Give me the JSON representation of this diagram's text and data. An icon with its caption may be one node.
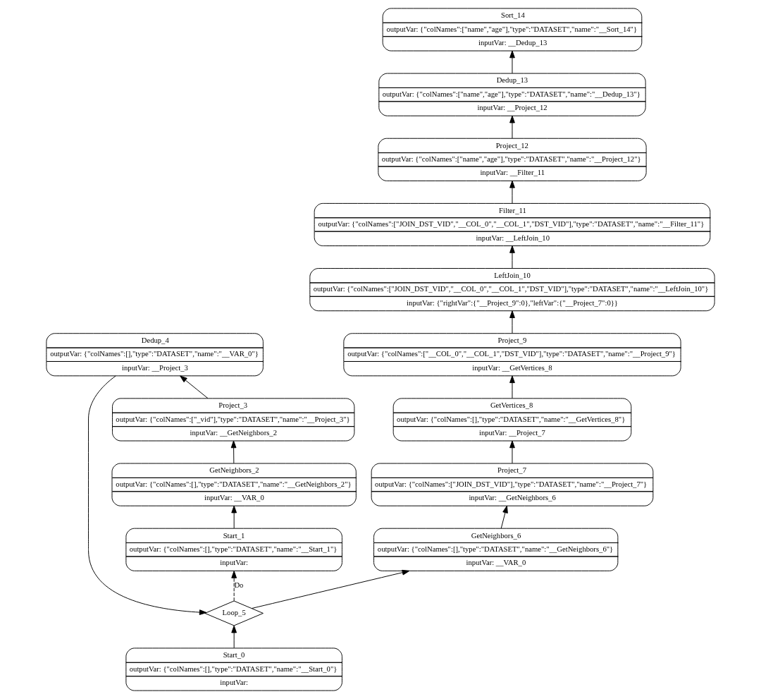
{
  "diagram": {
    "nodes": [
      {
        "text": [
          "Sort_14",
          "outputVar: {\"colNames\":[\"name\",\"age\"],\"type\":\"DATASET\",\"name\":\"__Sort_14\"}",
          "inputVar: __Dedup_13"
        ]
      },
      {
        "text": [
          "Dedup_13",
          "outputVar: {\"colNames\":[\"name\",\"age\"],\"type\":\"DATASET\",\"name\":\"__Dedup_13\"}",
          "inputVar: __Project_12"
        ]
      },
      {
        "text": [
          "Project_12",
          "outputVar: {\"colNames\":[\"name\",\"age\"],\"type\":\"DATASET\",\"name\":\"__Project_12\"}",
          "inputVar: __Filter_11"
        ]
      },
      {
        "text": [
          "Filter_11",
          "outputVar: {\"colNames\":[\"JOIN_DST_VID\",\"__COL_0\",\"__COL_1\",\"DST_VID\"],\"type\":\"DATASET\",\"name\":\"__Filter_11\"}",
          "inputVar: __LeftJoin_10"
        ]
      },
      {
        "text": [
          "LeftJoin_10",
          "outputVar: {\"colNames\":[\"JOIN_DST_VID\",\"__COL_0\",\"__COL_1\",\"DST_VID\"],\"type\":\"DATASET\",\"name\":\"__LeftJoin_10\"}",
          "inputVar: {\"rightVar\":{\"__Project_9\":0},\"leftVar\":{\"__Project_7\":0}}"
        ]
      },
      {
        "text": [
          "Project_9",
          "outputVar: {\"colNames\":[\"__COL_0\",\"__COL_1\",\"DST_VID\"],\"type\":\"DATASET\",\"name\":\"__Project_9\"}",
          "inputVar: __GetVertices_8"
        ]
      },
      {
        "text": [
          "Dedup_4",
          "outputVar: {\"colNames\":[],\"type\":\"DATASET\",\"name\":\"__VAR_0\"}",
          "inputVar: __Project_3"
        ]
      },
      {
        "text": [
          "GetVertices_8",
          "outputVar: {\"colNames\":[],\"type\":\"DATASET\",\"name\":\"__GetVertices_8\"}",
          "inputVar: __Project_7"
        ]
      },
      {
        "text": [
          "Project_3",
          "outputVar: {\"colNames\":[\"_vid\"],\"type\":\"DATASET\",\"name\":\"__Project_3\"}",
          "inputVar: __GetNeighbors_2"
        ]
      },
      {
        "text": [
          "Project_7",
          "outputVar: {\"colNames\":[\"JOIN_DST_VID\"],\"type\":\"DATASET\",\"name\":\"__Project_7\"}",
          "inputVar: __GetNeighbors_6"
        ]
      },
      {
        "text": [
          "GetNeighbors_2",
          "outputVar: {\"colNames\":[],\"type\":\"DATASET\",\"name\":\"__GetNeighbors_2\"}",
          "inputVar: __VAR_0"
        ]
      },
      {
        "text": [
          "GetNeighbors_6",
          "outputVar: {\"colNames\":[],\"type\":\"DATASET\",\"name\":\"__GetNeighbors_6\"}",
          "inputVar: __VAR_0"
        ]
      },
      {
        "text": [
          "Start_1",
          "outputVar: {\"colNames\":[],\"type\":\"DATASET\",\"name\":\"__Start_1\"}",
          "inputVar:"
        ]
      },
      {
        "text": [
          "Loop_5"
        ]
      },
      {
        "text": [
          "Start_0",
          "outputVar: {\"colNames\":[],\"type\":\"DATASET\",\"name\":\"__Start_0\"}",
          "inputVar:"
        ]
      }
    ],
    "edges": [
      {
        "from": 14,
        "to": 13,
        "arrow": "to"
      },
      {
        "from": 13,
        "to": 11,
        "arrow": "to"
      },
      {
        "from": 13,
        "to": 12,
        "arrow": "to",
        "label": "Do",
        "style": "dashed"
      },
      {
        "from": 12,
        "to": 10,
        "arrow": "to"
      },
      {
        "from": 10,
        "to": 8,
        "arrow": "to"
      },
      {
        "from": 8,
        "to": 6,
        "arrow": "to"
      },
      {
        "from": 6,
        "to": 13,
        "arrow": "to"
      },
      {
        "from": 11,
        "to": 9,
        "arrow": "to"
      },
      {
        "from": 9,
        "to": 7,
        "arrow": "to"
      },
      {
        "from": 7,
        "to": 5,
        "arrow": "to"
      },
      {
        "from": 5,
        "to": 4,
        "arrow": "to"
      },
      {
        "from": 4,
        "to": 3,
        "arrow": "to"
      },
      {
        "from": 3,
        "to": 2,
        "arrow": "to"
      },
      {
        "from": 2,
        "to": 1,
        "arrow": "to"
      },
      {
        "from": 1,
        "to": 0,
        "arrow": "to"
      }
    ]
  }
}
